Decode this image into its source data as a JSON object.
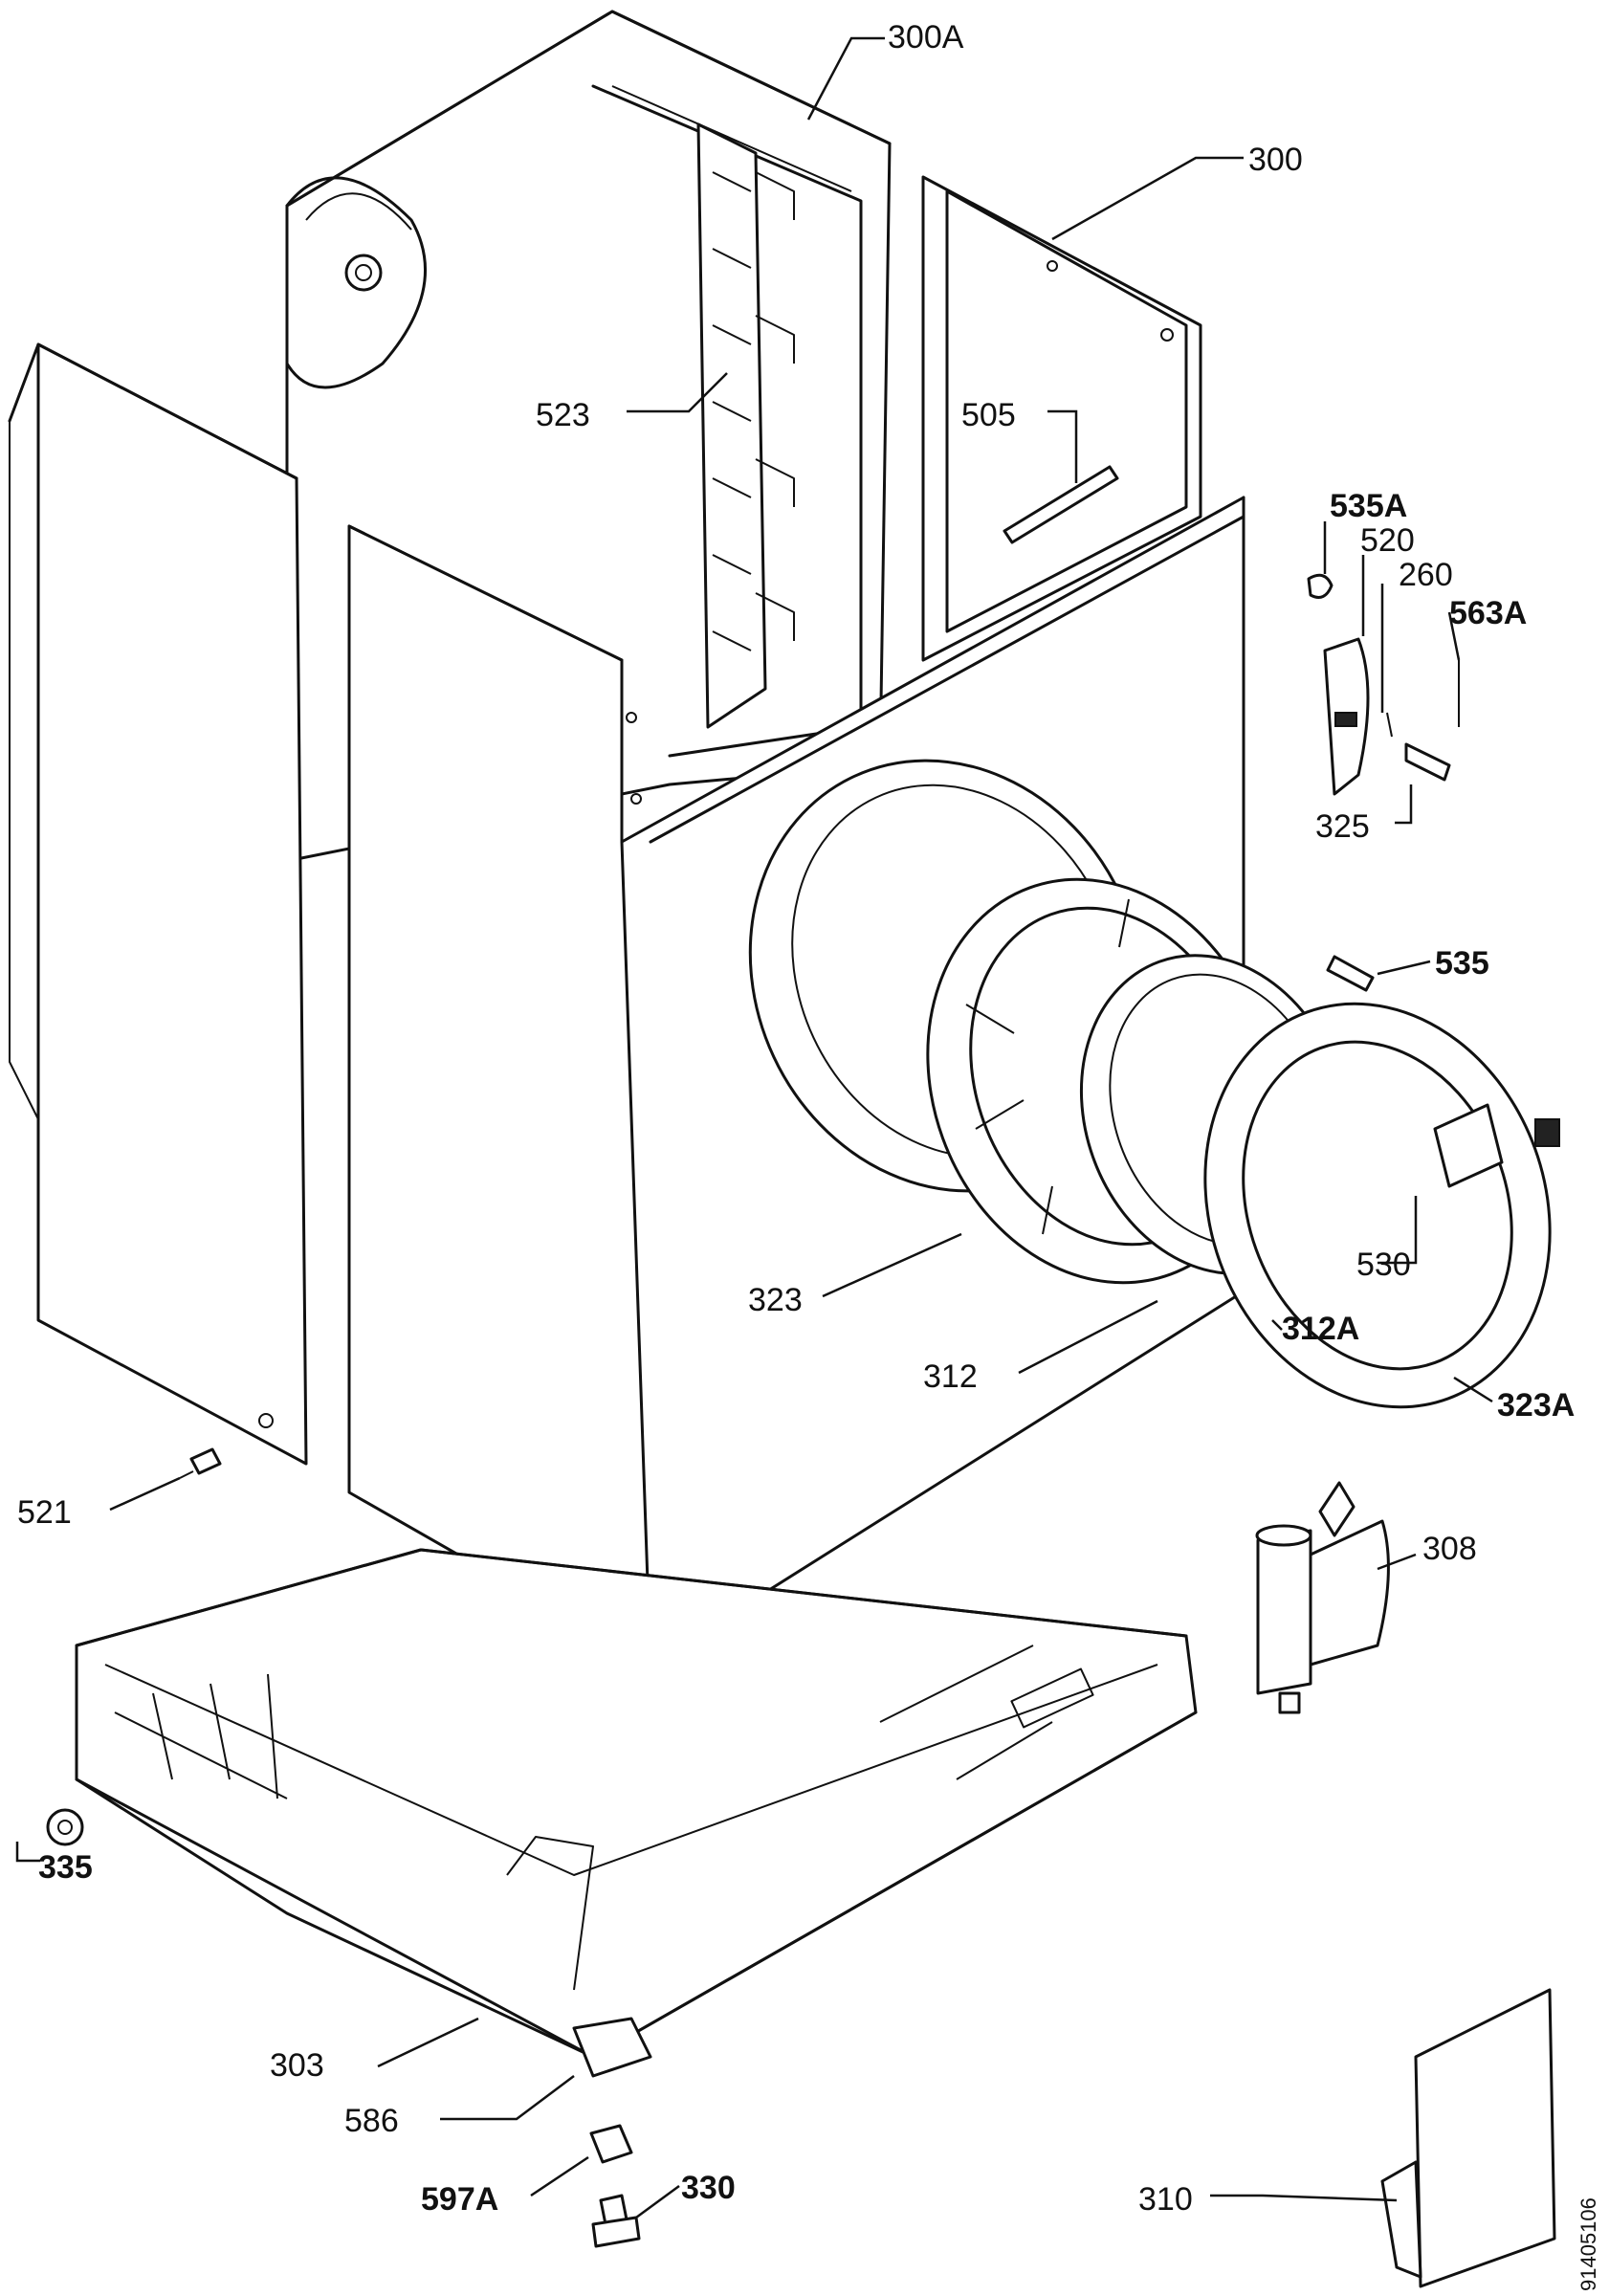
{
  "labels": {
    "l300A": "300A",
    "l300": "300",
    "l523": "523",
    "l505": "505",
    "l535A": "535A",
    "l520": "520",
    "l260": "260",
    "l563A": "563A",
    "l325": "325",
    "l535": "535",
    "l530": "530",
    "l323": "323",
    "l312A": "312A",
    "l312": "312",
    "l323A": "323A",
    "l521": "521",
    "l308": "308",
    "l335": "335",
    "l303": "303",
    "l586": "586",
    "l597A": "597A",
    "l330": "330",
    "l310": "310"
  },
  "drawing_number": "91405106"
}
